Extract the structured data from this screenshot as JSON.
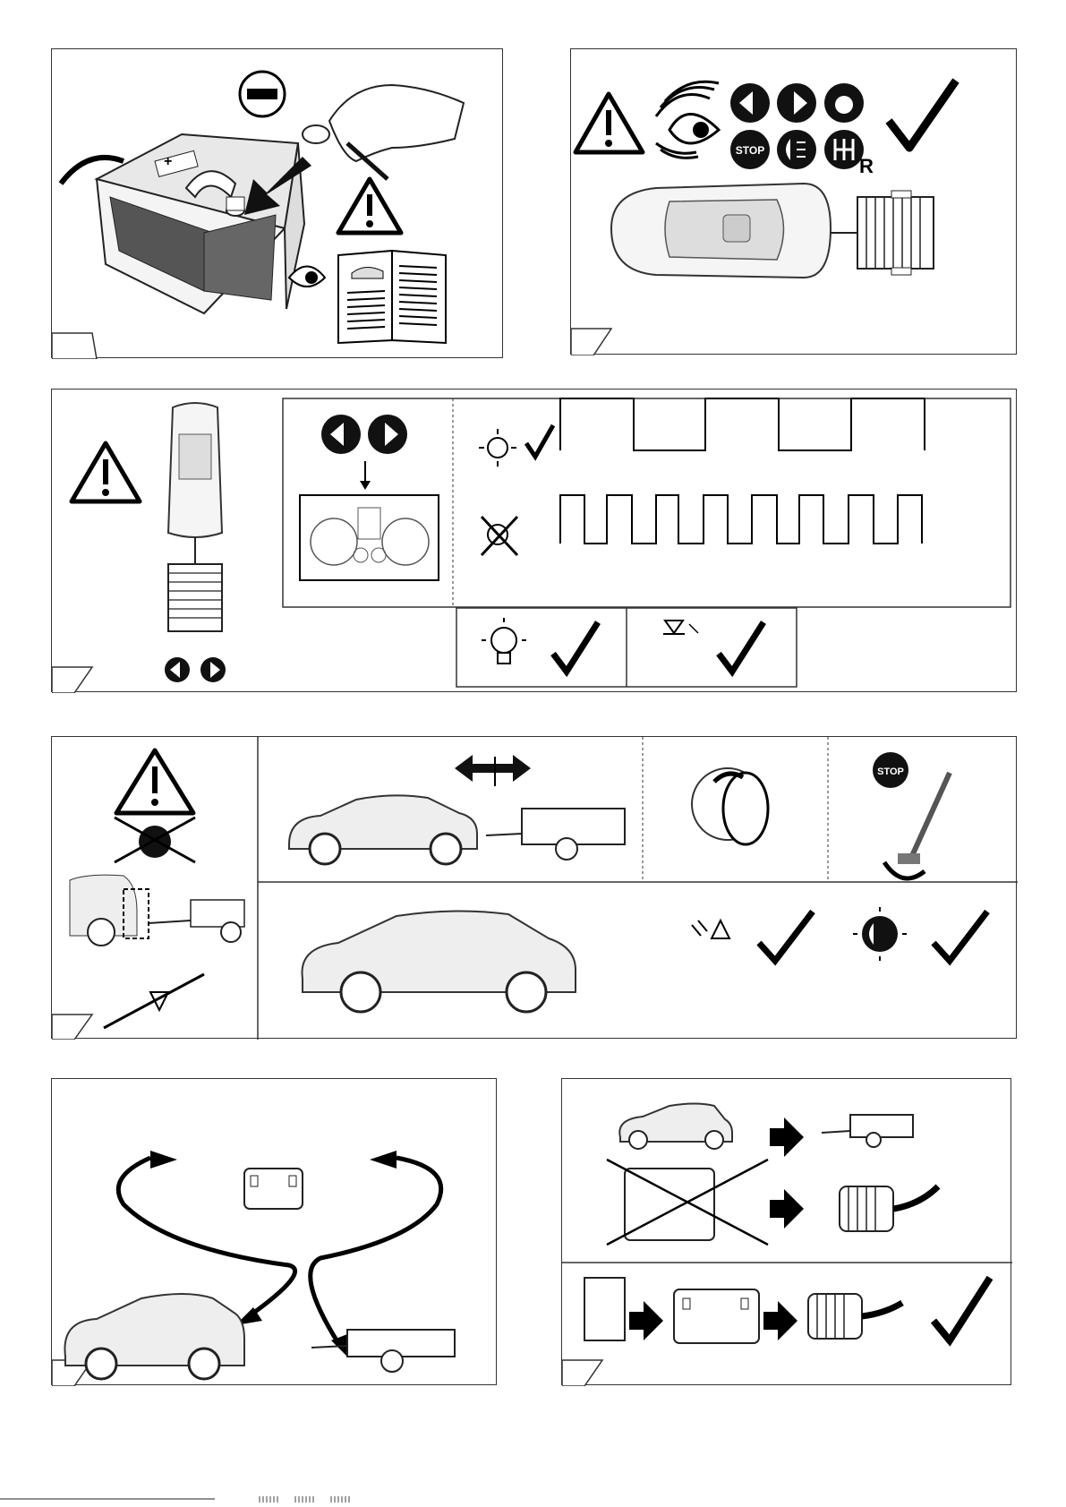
{
  "document": {
    "panels": [
      {
        "id": "battery-disconnect",
        "icons": [
          "battery-icon",
          "minus-sign-icon",
          "hand-icon",
          "warning-icon",
          "eye-icon",
          "manual-book-icon"
        ]
      },
      {
        "id": "lights-check",
        "icons": [
          "warning-icon",
          "eye-icon",
          "left-indicator-icon",
          "right-indicator-icon",
          "position-light-icon",
          "stop-icon",
          "fog-light-icon",
          "reverse-gear-icon",
          "checkmark-icon"
        ]
      },
      {
        "id": "indicator-flash-test",
        "icons": [
          "warning-icon",
          "left-indicator-icon",
          "right-indicator-icon",
          "instrument-cluster-icon",
          "bulb-icon",
          "led-icon",
          "checkmark-icon"
        ]
      },
      {
        "id": "trailer-detection",
        "icons": [
          "warning-icon",
          "fog-light-crossed-icon",
          "parking-sensor-crossed-icon",
          "ignition-key-icon",
          "brake-pedal-icon",
          "parking-sensor-icon",
          "fog-light-icon",
          "checkmark-icon"
        ]
      },
      {
        "id": "socket-connection",
        "icons": [
          "socket-icon",
          "double-arrow-icon"
        ]
      },
      {
        "id": "adapter-connection",
        "icons": [
          "plug-icon",
          "socket-icon",
          "adapter-icon",
          "checkmark-icon"
        ]
      }
    ]
  },
  "labels": {
    "minus": "—",
    "plus": "+",
    "stop": "STOP",
    "reverse": "R"
  },
  "footer": {
    "text": ""
  }
}
